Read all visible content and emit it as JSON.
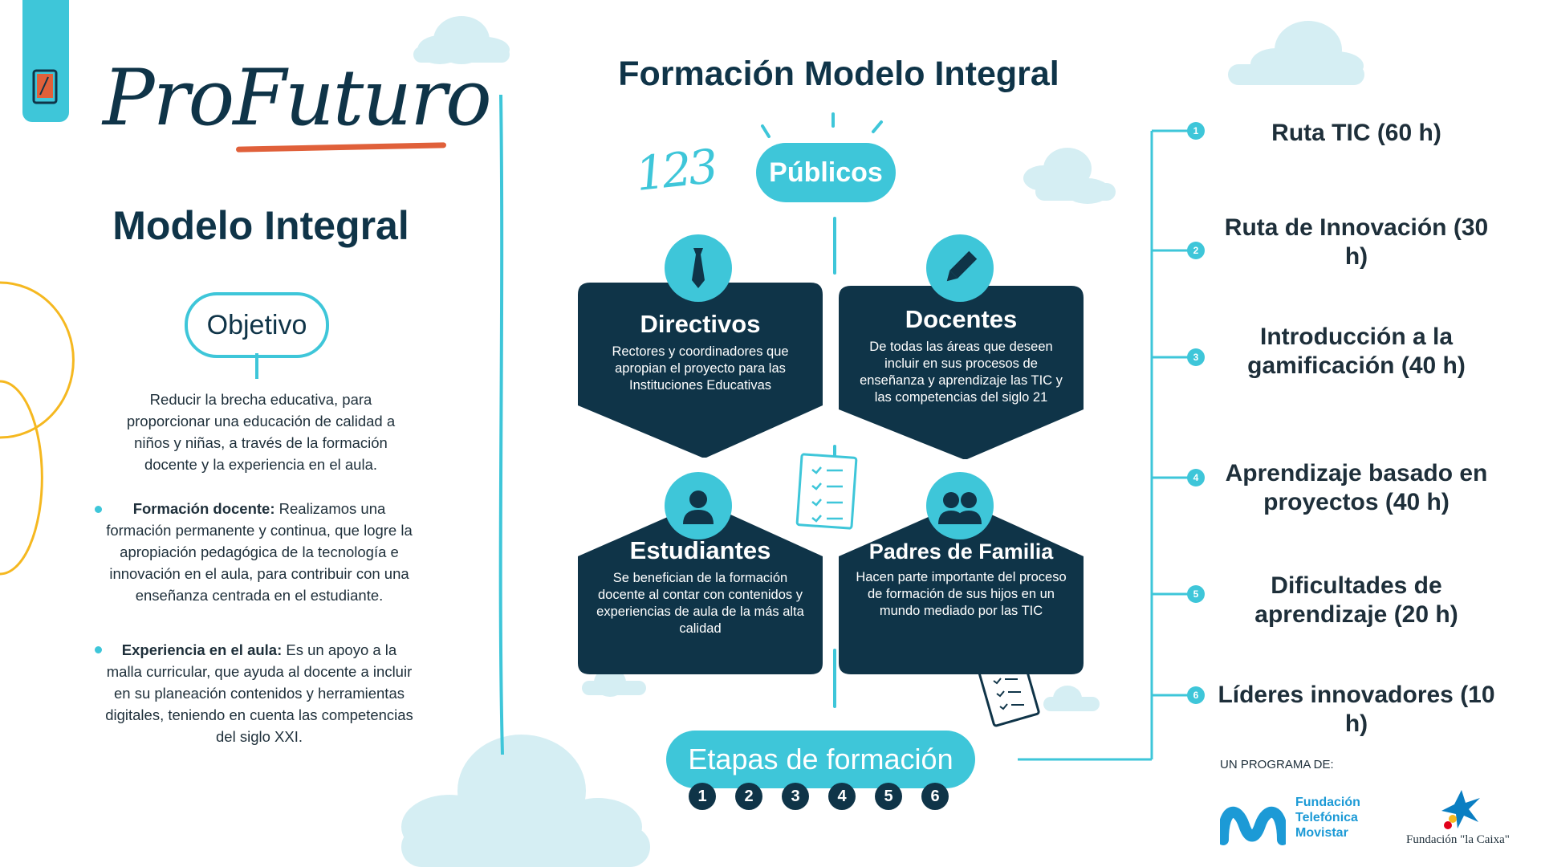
{
  "brand": {
    "logo_text": "ProFuturo"
  },
  "left": {
    "title": "Modelo Integral",
    "objective_label": "Objetivo",
    "objective_text": "Reducir la brecha educativa, para proporcionar una educación de calidad a niños y niñas, a través de la formación docente y la experiencia en el aula.",
    "bullets": [
      {
        "bold": "Formación docente:",
        "text": " Realizamos una formación permanente y continua, que logre la apropiación pedagógica de la tecnología e innovación en el aula, para contribuir con una enseñanza centrada en el estudiante."
      },
      {
        "bold": "Experiencia en el aula:",
        "text": " Es un apoyo a la malla curricular, que ayuda al docente a incluir en su planeación contenidos y herramientas digitales, teniendo en cuenta las competencias del siglo XXI."
      }
    ]
  },
  "center": {
    "title": "Formación Modelo Integral",
    "doodle_numbers": "123",
    "publicos_label": "Públicos",
    "cards": [
      {
        "title": "Directivos",
        "text": "Rectores y coordinadores que apropian el proyecto para las Instituciones Educativas",
        "icon": "tie-icon"
      },
      {
        "title": "Docentes",
        "text": "De todas las áreas que deseen incluir en sus procesos de enseñanza y aprendizaje las TIC y las competencias del siglo 21",
        "icon": "pencil-icon"
      },
      {
        "title": "Estudiantes",
        "text": "Se benefician de la formación docente al contar con contenidos y experiencias de aula de la más alta calidad",
        "icon": "student-icon"
      },
      {
        "title": "Padres de Familia",
        "text": "Hacen parte importante del proceso de formación de sus hijos en un mundo mediado por las TIC",
        "icon": "parents-icon"
      }
    ],
    "etapas_label": "Etapas de formación",
    "etapas_numbers": [
      "1",
      "2",
      "3",
      "4",
      "5",
      "6"
    ]
  },
  "right": {
    "routes": [
      {
        "num": "1",
        "label": "Ruta TIC (60 h)"
      },
      {
        "num": "2",
        "label": "Ruta de Innovación (30 h)"
      },
      {
        "num": "3",
        "label": "Introducción a la gamificación (40 h)"
      },
      {
        "num": "4",
        "label": "Aprendizaje basado en proyectos (40 h)"
      },
      {
        "num": "5",
        "label": "Dificultades de aprendizaje (20 h)"
      },
      {
        "num": "6",
        "label": "Líderes innovadores (10 h)"
      }
    ],
    "program_label": "UN PROGRAMA DE:",
    "sponsor1_lines": [
      "Fundación",
      "Telefónica",
      "Movistar"
    ],
    "sponsor2": "Fundación \"la Caixa\""
  },
  "colors": {
    "navy": "#0f3448",
    "cyan": "#3ec6d9",
    "orange": "#e0603a",
    "yellow": "#f5b820",
    "cloud": "#d5eef3"
  }
}
